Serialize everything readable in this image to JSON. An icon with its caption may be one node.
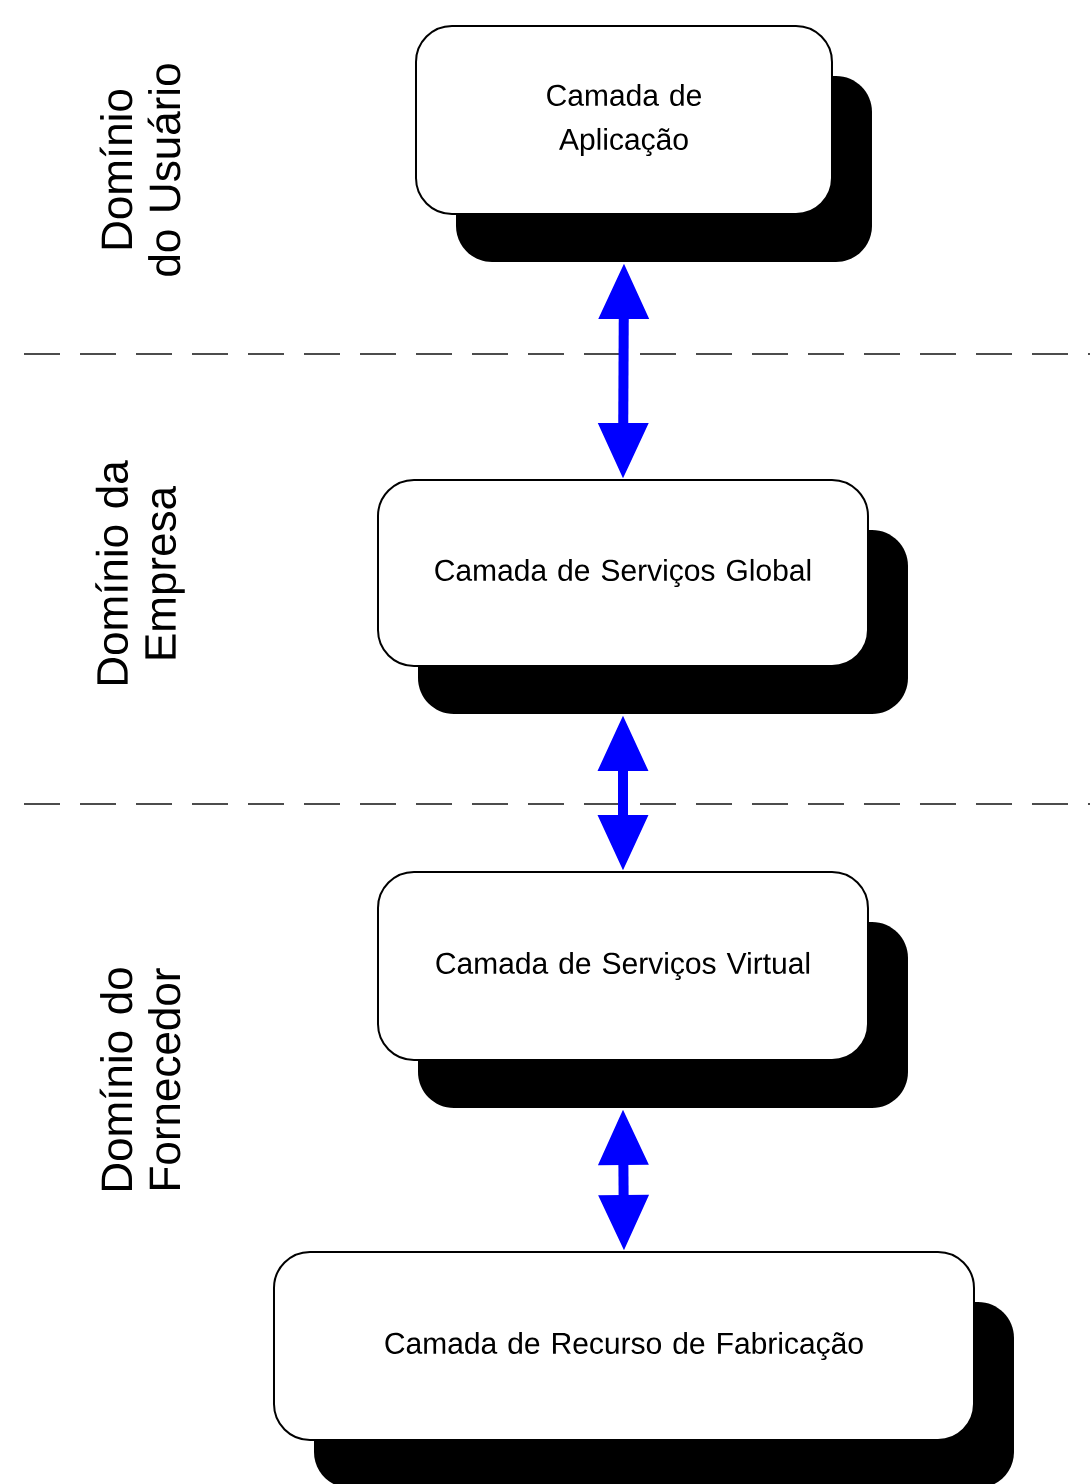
{
  "diagram": {
    "nodes": [
      {
        "text": [
          "Camada de Aplicação"
        ]
      },
      {
        "text": [
          "Camada de Serviços Global"
        ]
      },
      {
        "text": [
          "Camada de Serviços Virtual"
        ]
      },
      {
        "text": [
          "Camada de Recurso de Fabricação"
        ]
      }
    ],
    "edges": [
      {
        "from": 0,
        "to": 1,
        "arrow": "both"
      },
      {
        "from": 1,
        "to": 2,
        "arrow": "both"
      },
      {
        "from": 2,
        "to": 3,
        "arrow": "both"
      }
    ],
    "labels": [
      "Domínio do Usuário",
      "Domínio da Empresa",
      "Domínio do Fornecedor"
    ]
  }
}
